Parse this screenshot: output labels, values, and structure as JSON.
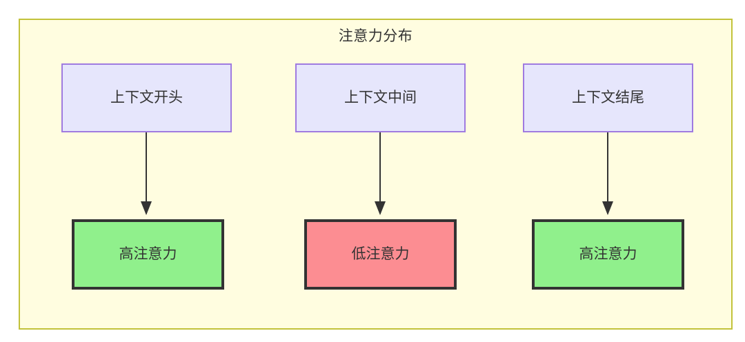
{
  "diagram": {
    "type": "flowchart",
    "orientation": "top-to-bottom",
    "title": "注意力分布",
    "background_color": "#fffde0",
    "border_color": "#c2c23a",
    "columns": [
      {
        "id": "col1",
        "source": {
          "id": "context-start",
          "label": "上下文开头",
          "fill": "#e6e6fc",
          "stroke": "#9f7ae0"
        },
        "target": {
          "id": "attention-high-start",
          "label": "高注意力",
          "level": "high",
          "fill": "#90f08c",
          "stroke": "#333333"
        }
      },
      {
        "id": "col2",
        "source": {
          "id": "context-middle",
          "label": "上下文中间",
          "fill": "#e6e6fc",
          "stroke": "#9f7ae0"
        },
        "target": {
          "id": "attention-low-middle",
          "label": "低注意力",
          "level": "low",
          "fill": "#fc8d92",
          "stroke": "#333333"
        }
      },
      {
        "id": "col3",
        "source": {
          "id": "context-end",
          "label": "上下文结尾",
          "fill": "#e6e6fc",
          "stroke": "#9f7ae0"
        },
        "target": {
          "id": "attention-high-end",
          "label": "高注意力",
          "level": "high",
          "fill": "#90f08c",
          "stroke": "#333333"
        }
      }
    ],
    "edges": [
      {
        "id": "edge-1",
        "from": "context-start",
        "to": "attention-high-start",
        "arrow": "down"
      },
      {
        "id": "edge-2",
        "from": "context-middle",
        "to": "attention-low-middle",
        "arrow": "down"
      },
      {
        "id": "edge-3",
        "from": "context-end",
        "to": "attention-high-end",
        "arrow": "down"
      }
    ]
  }
}
